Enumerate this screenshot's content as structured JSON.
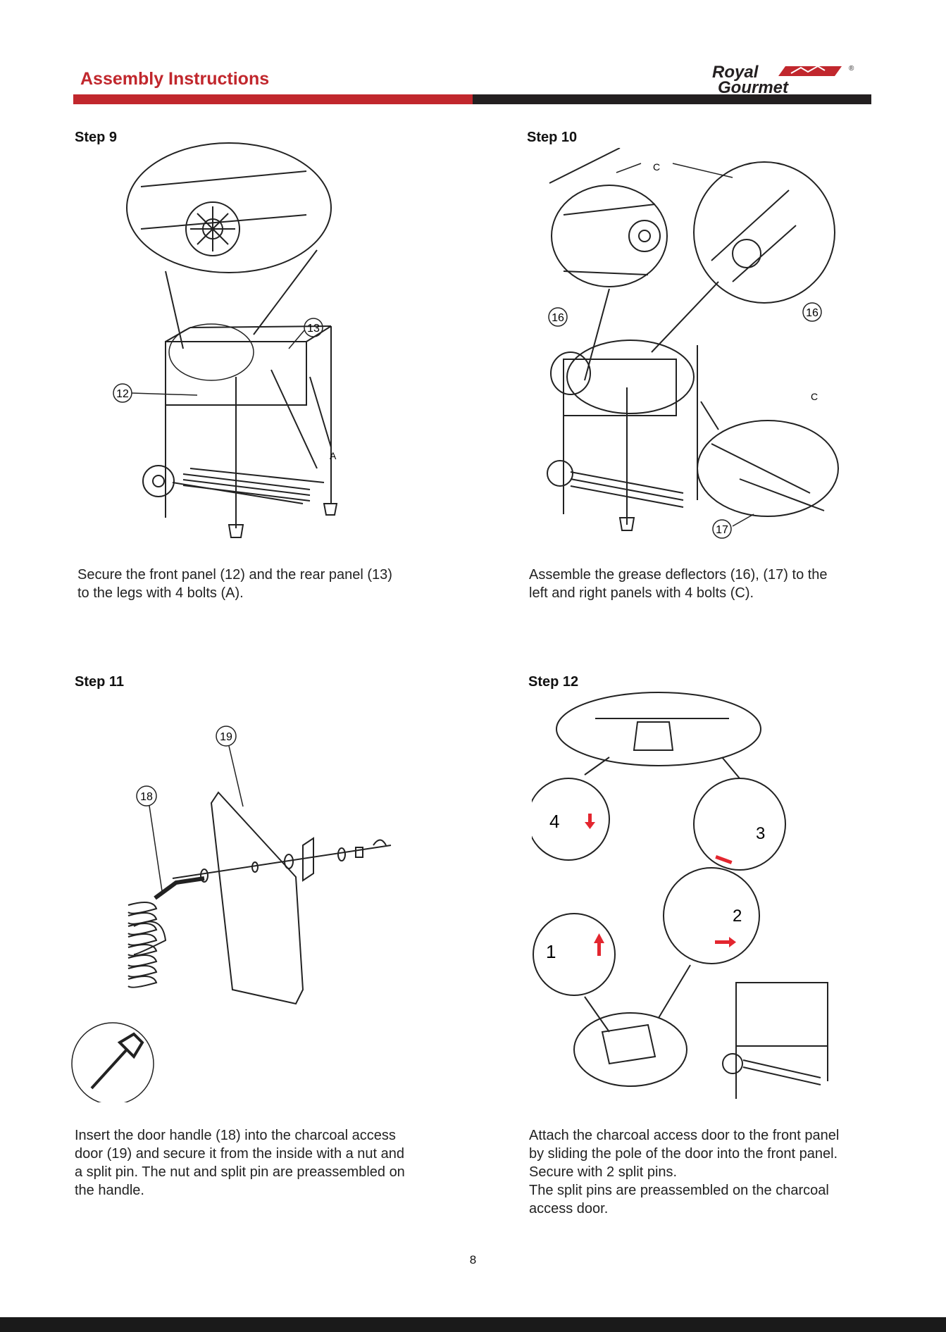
{
  "header": {
    "title": "Assembly Instructions",
    "logo_line1": "Royal",
    "logo_line2": "Gourmet",
    "logo_mark": "®",
    "accent_color": "#c1272d",
    "dark_color": "#231f20"
  },
  "steps": [
    {
      "title": "Step 9",
      "callouts": [
        "13",
        "12",
        "A"
      ],
      "lines": [
        "Secure the front panel (12) and the rear panel (13)",
        "to the legs with 4 bolts (A)."
      ]
    },
    {
      "title": "Step 10",
      "callouts": [
        "C",
        "16",
        "16",
        "C",
        "17"
      ],
      "lines": [
        "Assemble the grease deflectors (16), (17) to the",
        "left and right panels with 4 bolts (C)."
      ]
    },
    {
      "title": "Step 11",
      "callouts": [
        "19",
        "18"
      ],
      "lines": [
        "Insert the door handle (18) into the charcoal access",
        "door (19) and secure it from the inside with a nut and",
        "a split pin. The nut and split pin are preassembled on",
        "the handle."
      ]
    },
    {
      "title": "Step 12",
      "callouts": [
        "4",
        "3",
        "2",
        "1"
      ],
      "lines": [
        "Attach the charcoal access door to the front panel",
        "by sliding the pole of the door into the front panel.",
        "Secure with 2 split pins.",
        "The split pins are preassembled on the charcoal",
        "access door."
      ]
    }
  ],
  "page_number": "8"
}
